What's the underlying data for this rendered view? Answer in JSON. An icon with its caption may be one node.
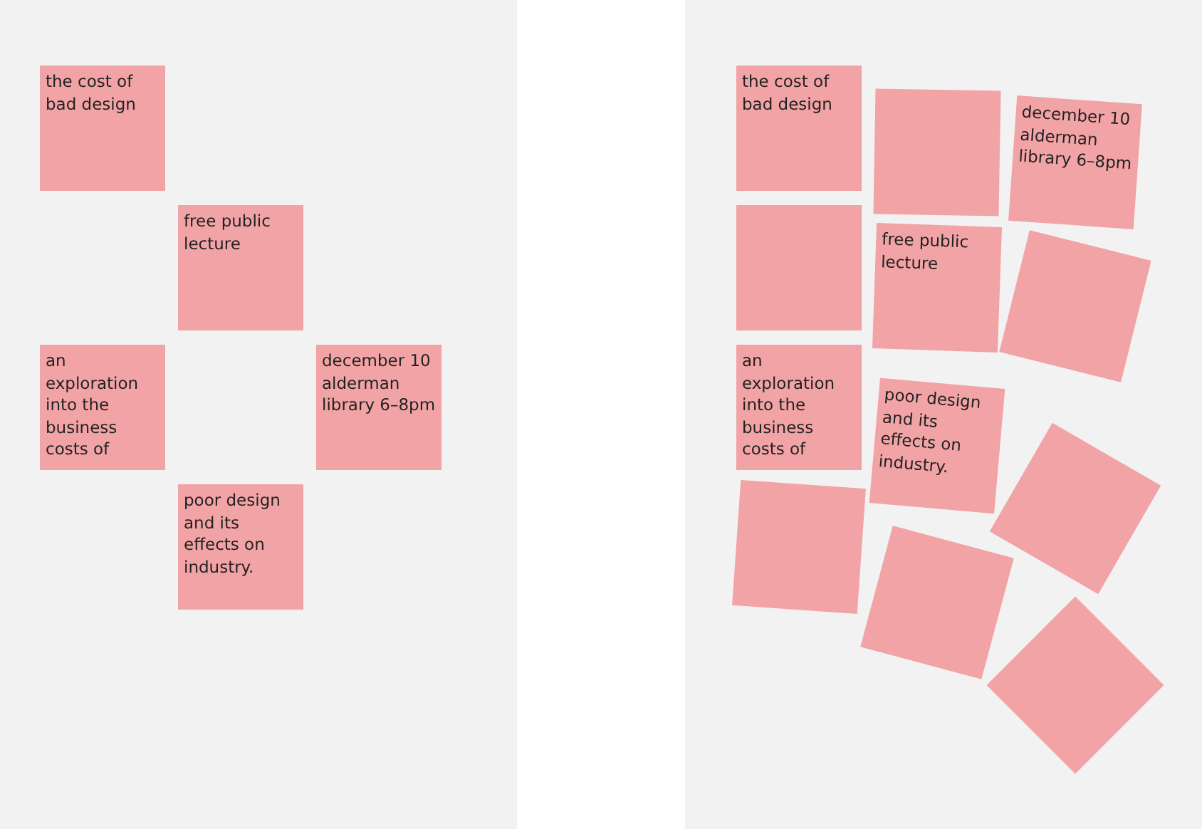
{
  "diagram": {
    "nodes": [
      {
        "text": [],
        "shape": "box"
      },
      {
        "text": [
          "the cost of bad design"
        ],
        "in": 0
      },
      {
        "text": [
          "free public lecture"
        ],
        "in": 0
      },
      {
        "text": [
          "an exploration into the business costs of"
        ],
        "in": 0
      },
      {
        "text": [
          "december 10 alderman library 6–8pm"
        ],
        "in": 0
      },
      {
        "text": [
          "poor design and its effects on industry."
        ],
        "in": 0
      },
      {
        "text": [],
        "shape": "box"
      },
      {
        "text": [
          "the cost of bad design"
        ],
        "in": 6
      },
      {
        "text": [],
        "shape": "box",
        "in": 6
      },
      {
        "text": [
          "december 10 alderman library 6–8pm"
        ],
        "in": 6
      },
      {
        "text": [],
        "shape": "box",
        "in": 6
      },
      {
        "text": [
          "free public lecture"
        ],
        "in": 6
      },
      {
        "text": [],
        "shape": "box",
        "in": 6
      },
      {
        "text": [
          "an exploration into the business costs of"
        ],
        "in": 6
      },
      {
        "text": [
          "poor design and its effects on industry."
        ],
        "in": 6
      },
      {
        "text": [],
        "shape": "box",
        "in": 6
      },
      {
        "text": [],
        "shape": "box",
        "in": 6
      },
      {
        "text": [],
        "shape": "box",
        "in": 6
      },
      {
        "text": [],
        "shape": "box",
        "in": 6
      }
    ]
  }
}
